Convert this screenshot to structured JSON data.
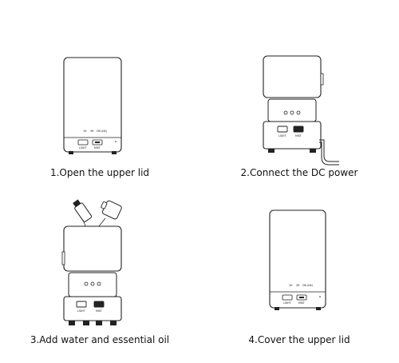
{
  "steps": [
    {
      "caption": "1.Open the upper lid",
      "light_label": "LIGHT",
      "mist_label": "MIST",
      "timer_labels": [
        "1H",
        "3H",
        "ON (HA)"
      ]
    },
    {
      "caption": "2.Connect the DC power",
      "light_label": "LIGHT",
      "mist_label": "MIST"
    },
    {
      "caption": "3.Add water and essential oil",
      "light_label": "LIGHT",
      "mist_label": "MIST"
    },
    {
      "caption": "4.Cover the upper lid",
      "light_label": "LIGHT",
      "mist_label": "MIST",
      "timer_labels": [
        "1H",
        "3H",
        "ON (HA)"
      ]
    }
  ]
}
